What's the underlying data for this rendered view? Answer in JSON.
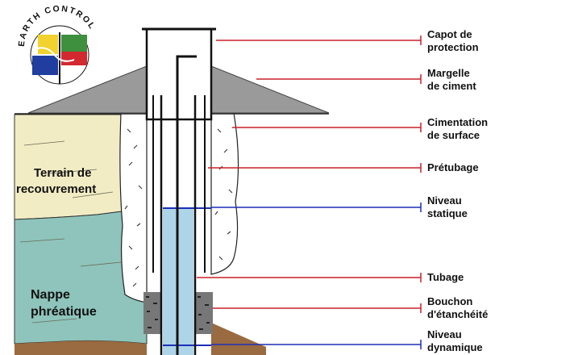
{
  "logo": {
    "text": "EARTH CONTROL"
  },
  "zones": {
    "overburden": {
      "line1": "Terrain de",
      "line2": "recouvrement"
    },
    "aquifer": {
      "line1": "Nappe",
      "line2": "phréatique"
    }
  },
  "labels": [
    {
      "id": "capot",
      "lines": [
        "Capot de",
        "protection"
      ],
      "color": "#c8202a"
    },
    {
      "id": "margelle",
      "lines": [
        "Margelle",
        "de ciment"
      ],
      "color": "#c8202a"
    },
    {
      "id": "cimentation",
      "lines": [
        "Cimentation",
        "de surface"
      ],
      "color": "#c8202a"
    },
    {
      "id": "pretubage",
      "lines": [
        "Prétubage"
      ],
      "color": "#c8202a"
    },
    {
      "id": "niveau-statique",
      "lines": [
        "Niveau",
        "statique"
      ],
      "color": "#1c2fb8"
    },
    {
      "id": "tubage",
      "lines": [
        "Tubage"
      ],
      "color": "#c8202a"
    },
    {
      "id": "bouchon",
      "lines": [
        "Bouchon",
        "d'étanchéité"
      ],
      "color": "#c8202a"
    },
    {
      "id": "niveau-dynamique",
      "lines": [
        "Niveau",
        "dynamique"
      ],
      "color": "#1c2fb8"
    }
  ],
  "colors": {
    "overburden": "#f2ecc4",
    "aquifer": "#8ec4bb",
    "bedrock": "#9a6a40",
    "water": "#aed4e8",
    "cement": "#9a9a9a"
  }
}
